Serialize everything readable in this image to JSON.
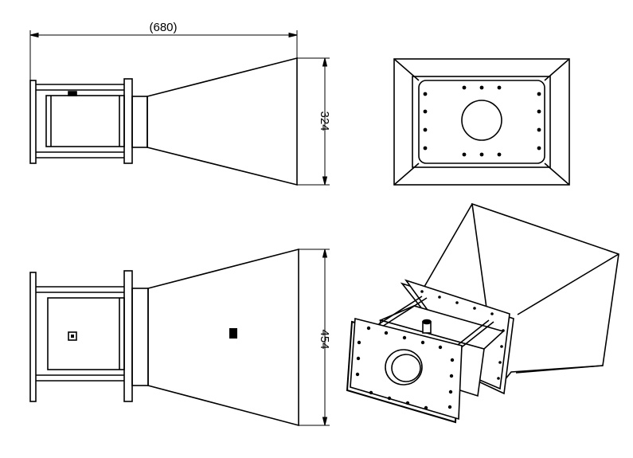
{
  "drawing": {
    "dimensions": {
      "overall_length": "(680)",
      "side_height": "324",
      "top_height": "454"
    },
    "views": {
      "side": "side-view",
      "end": "end-view",
      "top": "top-view",
      "iso": "isometric-view"
    },
    "colors": {
      "line": "#000000",
      "background": "#ffffff"
    }
  }
}
